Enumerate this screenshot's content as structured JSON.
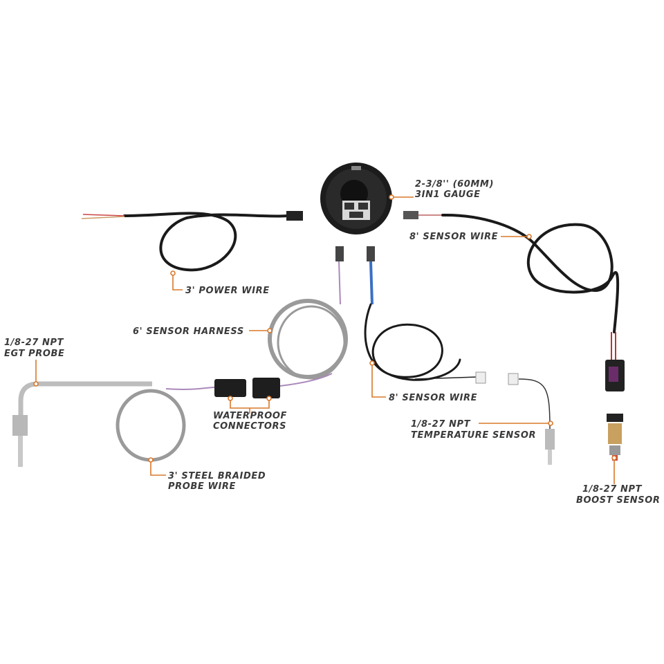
{
  "labels": {
    "gauge": [
      "2-3/8'' (60MM)",
      "3IN1 GAUGE"
    ],
    "sensor_wire_boost": "8' SENSOR WIRE",
    "power_wire": "3' POWER WIRE",
    "sensor_harness": "6' SENSOR HARNESS",
    "egt_probe": [
      "1/8-27 NPT",
      "EGT PROBE"
    ],
    "waterproof_connectors": [
      "WATERPROOF",
      "CONNECTORS"
    ],
    "steel_braided": [
      "3' STEEL BRAIDED",
      "PROBE WIRE"
    ],
    "sensor_wire_temp": "8' SENSOR WIRE",
    "temperature_sensor": [
      "1/8-27 NPT",
      "TEMPERATURE SENSOR"
    ],
    "boost_sensor": [
      "1/8-27 NPT",
      "BOOST SENSOR"
    ]
  },
  "colors": {
    "leader": "#d9782a",
    "text": "#3a3a3a",
    "wire": "#1a1a1a",
    "braid": "#9a9a9a"
  }
}
